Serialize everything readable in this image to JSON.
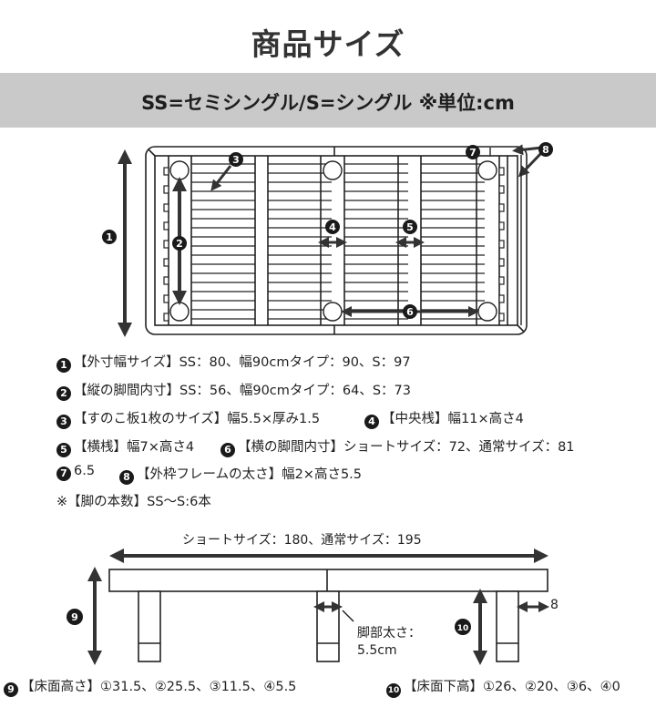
{
  "header": {
    "title": "商品サイズ",
    "subtitle": "SS=セミシングル/S=シングル ※単位:cm"
  },
  "top_view": {
    "markers": [
      "1",
      "2",
      "3",
      "4",
      "5",
      "6",
      "7",
      "8"
    ]
  },
  "specs": [
    {
      "num": "1",
      "text": "【外寸幅サイズ】SS：80、幅90cmタイプ：90、S：97"
    },
    {
      "num": "2",
      "text": "【縦の脚間内寸】SS：56、幅90cmタイプ：64、S：73"
    },
    {
      "num": "3",
      "text": "【すのこ板1枚のサイズ】幅5.5×厚み1.5"
    },
    {
      "num": "4",
      "text": "【中央桟】幅11×高さ4"
    },
    {
      "num": "5",
      "text": "【横桟】幅7×高さ4"
    },
    {
      "num": "6",
      "text": "【横の脚間内寸】ショートサイズ：72、通常サイズ：81"
    },
    {
      "num": "7",
      "text": "6.5"
    },
    {
      "num": "8",
      "text": "【外枠フレームの太さ】幅2×高さ5.5"
    }
  ],
  "note": "※【脚の本数】SS〜S:6本",
  "side_view": {
    "length_label": "ショートサイズ：180、通常サイズ：195",
    "leg_thickness_label_1": "脚部太さ：",
    "leg_thickness_label_2": "5.5cm",
    "frame_width_label": "8",
    "marker_9": "9",
    "marker_10": "10"
  },
  "bottom": {
    "height_num": "9",
    "height_text": "【床面高さ】①31.5、②25.5、③11.5、④5.5",
    "under_num": "10",
    "under_text": "【床面下高】①26、②20、③6、④0"
  },
  "colors": {
    "band": "#c9c9c9",
    "ink": "#222222",
    "arrow": "#333333"
  }
}
